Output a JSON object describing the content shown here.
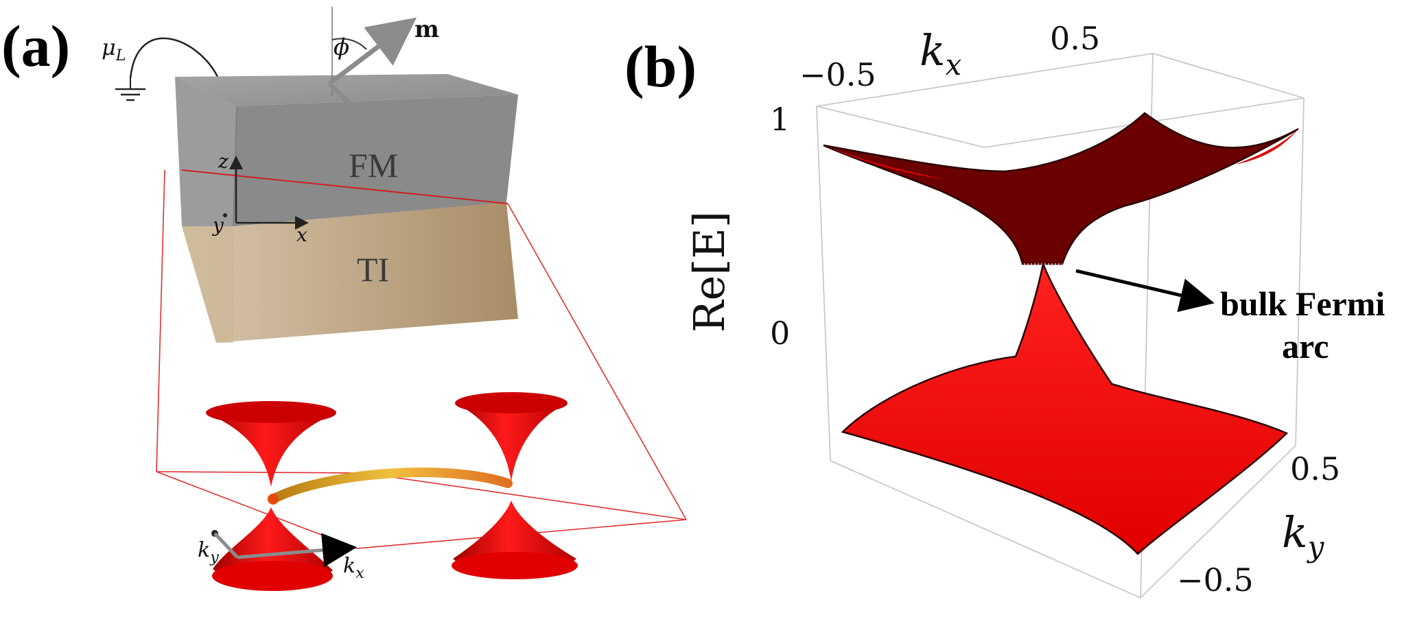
{
  "panel_a": {
    "label": "(a)",
    "mu_label": "μ",
    "mu_sub": "L",
    "phi": "ϕ",
    "m_label": "m",
    "fm_label": "FM",
    "ti_label": "TI",
    "z_label": "z",
    "y_label": "y",
    "x_label": "x",
    "ky_label": "k",
    "ky_sub": "y",
    "kx_label": "k",
    "kx_sub": "x"
  },
  "panel_b": {
    "label": "(b)",
    "z_axis_label": "Re[E]",
    "kx_axis_label": "k",
    "kx_axis_sub": "x",
    "ky_axis_label": "k",
    "ky_axis_sub": "y",
    "kx_ticks": [
      "−0.5",
      "0.5"
    ],
    "ky_ticks": [
      "0.5",
      "−0.5"
    ],
    "z_ticks": [
      "1",
      "0"
    ],
    "annotation_line1": "bulk Fermi",
    "annotation_line2": "arc"
  },
  "colors": {
    "fm_top": "#9a9a9a",
    "fm_front": "#8a8a8a",
    "ti_front": "#b59b78",
    "cone_red": "#e00000",
    "surface_dark": "#6b0000",
    "arc_gold": "#e0a020"
  }
}
